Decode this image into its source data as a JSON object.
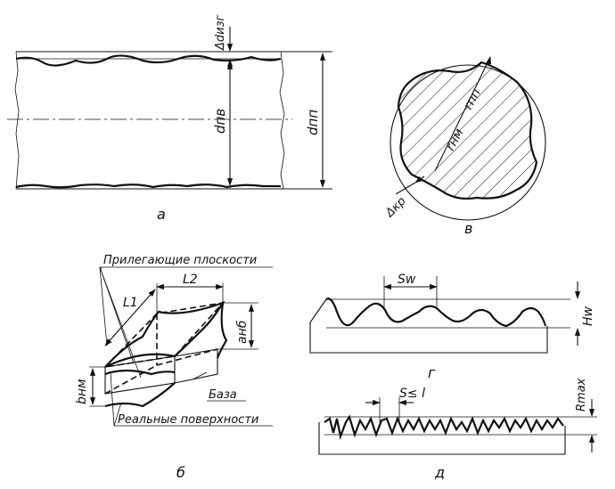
{
  "panel_a": {
    "caption": "а",
    "label_d_izg": "Δdизг",
    "label_d_pv": "dпв",
    "label_d_pp": "dпп"
  },
  "panel_v": {
    "caption": "в",
    "label_r_nm": "rнм",
    "label_r_pp": "rпп",
    "label_delta_kr": "Δкр"
  },
  "panel_b": {
    "caption": "б",
    "label_adjacent_planes": "Прилегающие плоскости",
    "label_real_surfaces": "Реальные поверхности",
    "label_base": "База",
    "label_L1": "L1",
    "label_L2": "L2",
    "label_a_nb": "aнб",
    "label_b_nm": "bнм"
  },
  "panel_g": {
    "caption": "г",
    "label_Sw": "Sw",
    "label_Hw": "Hw"
  },
  "panel_d": {
    "caption": "д",
    "label_S_le_l": "S≤ l",
    "label_Rmax": "Rmax"
  }
}
